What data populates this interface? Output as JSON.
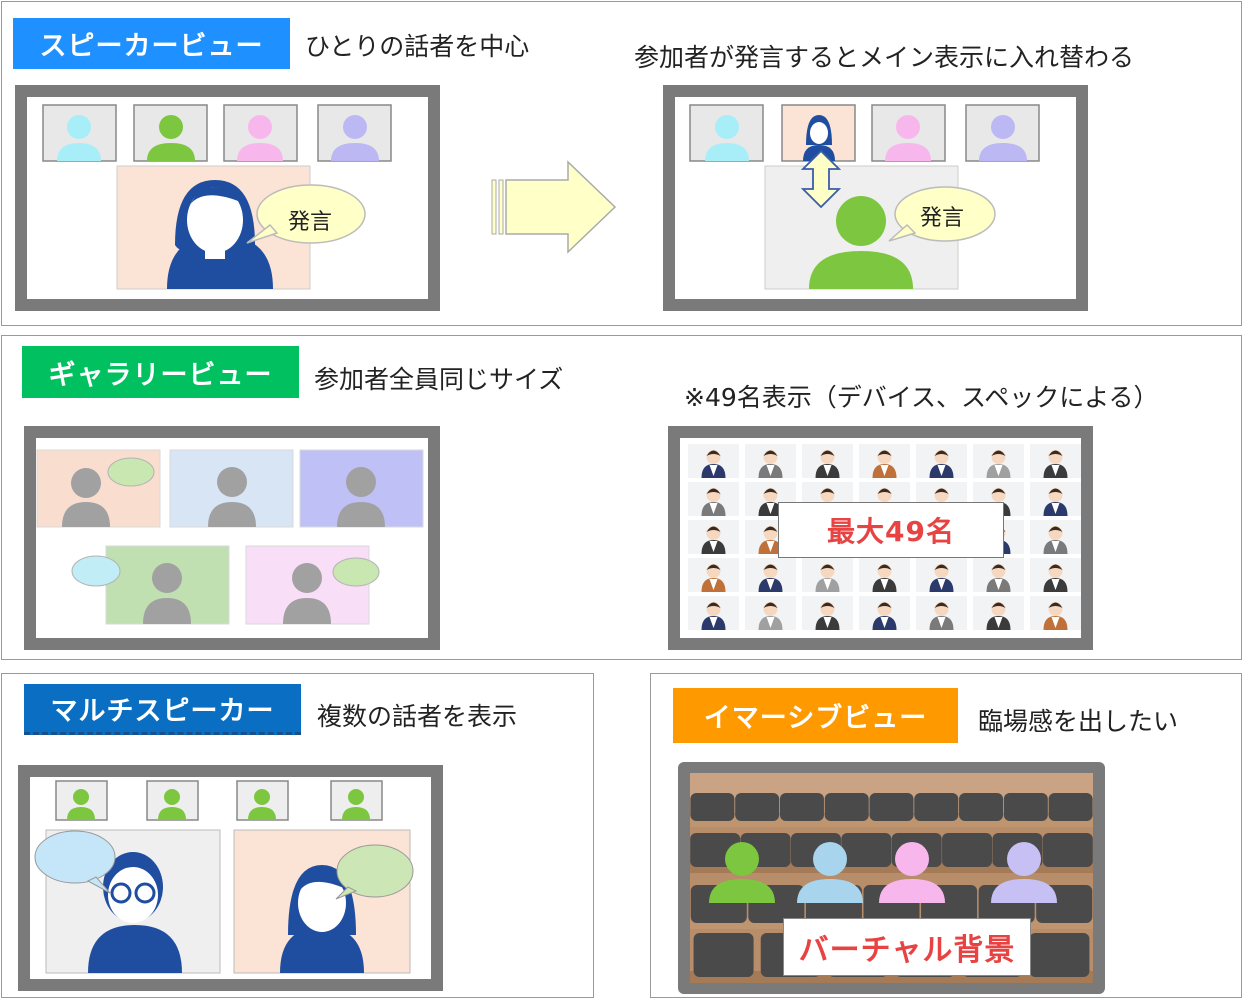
{
  "speaker": {
    "title": "スピーカービュー",
    "subtitle": "ひとりの話者を中心",
    "caption_right": "参加者が発言するとメイン表示に入れ替わる",
    "bubble_left": "発言",
    "bubble_right": "発言",
    "title_color": "#1e90ff"
  },
  "gallery": {
    "title": "ギャラリービュー",
    "subtitle": "参加者全員同じサイズ",
    "note": "※49名表示（デバイス、スペックによる）",
    "overlay": "最大49名",
    "title_color": "#00c060",
    "overlay_color": "#e84343"
  },
  "multi": {
    "title": "マルチスピーカー",
    "subtitle": "複数の話者を表示",
    "title_color": "#0a6fc2"
  },
  "immersive": {
    "title": "イマーシブビュー",
    "subtitle": "臨場感を出したい",
    "overlay": "バーチャル背景",
    "title_color": "#ff9900",
    "overlay_color": "#e84343"
  }
}
